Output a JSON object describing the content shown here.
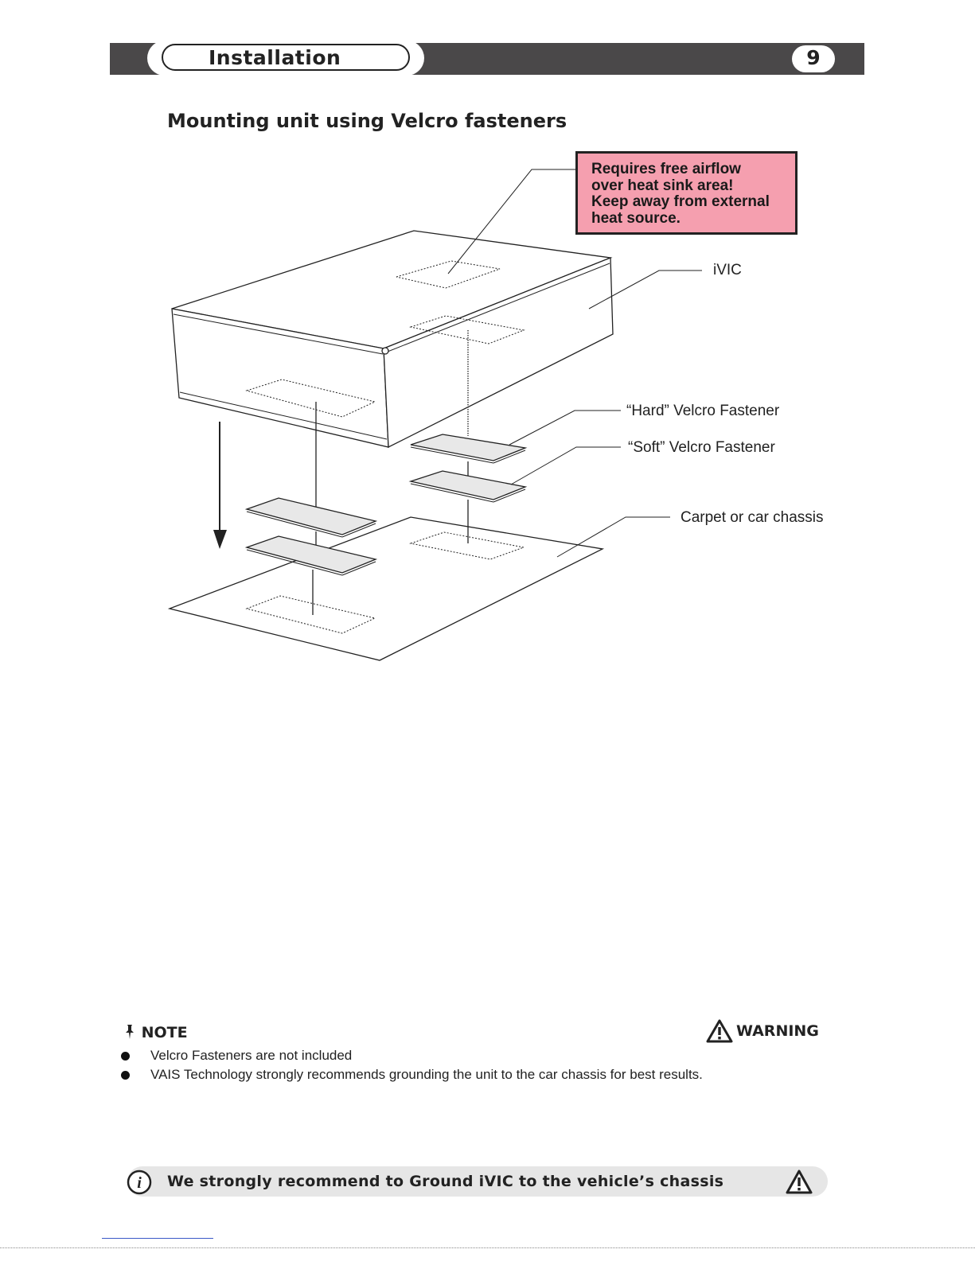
{
  "header": {
    "section_title": "Installation",
    "page_number": "9"
  },
  "heading": "Mounting unit using Velcro fasteners",
  "airflow_warning": {
    "lines": [
      "Requires free airflow",
      "over heat sink area!",
      "Keep away from external",
      "heat source."
    ]
  },
  "callouts": {
    "unit": "iVIC",
    "hard_fastener": "“Hard” Velcro Fastener",
    "soft_fastener": "“Soft” Velcro Fastener",
    "surface": "Carpet or car chassis"
  },
  "note": {
    "label": "NOTE",
    "warning_label": "WARNING",
    "bullets": [
      "Velcro Fasteners are not included",
      "VAIS Technology strongly recommends grounding the unit  to the car chassis for best results."
    ]
  },
  "bottom_banner": {
    "text": "We strongly recommend to Ground iVIC to the vehicle’s chassis"
  },
  "icons": {
    "note": "pushpin-icon",
    "warning": "warning-triangle-icon",
    "info": "info-icon"
  },
  "colors": {
    "header_bar": "#4a4849",
    "warning_box": "#f59faf",
    "banner_bg": "#e6e6e6"
  }
}
